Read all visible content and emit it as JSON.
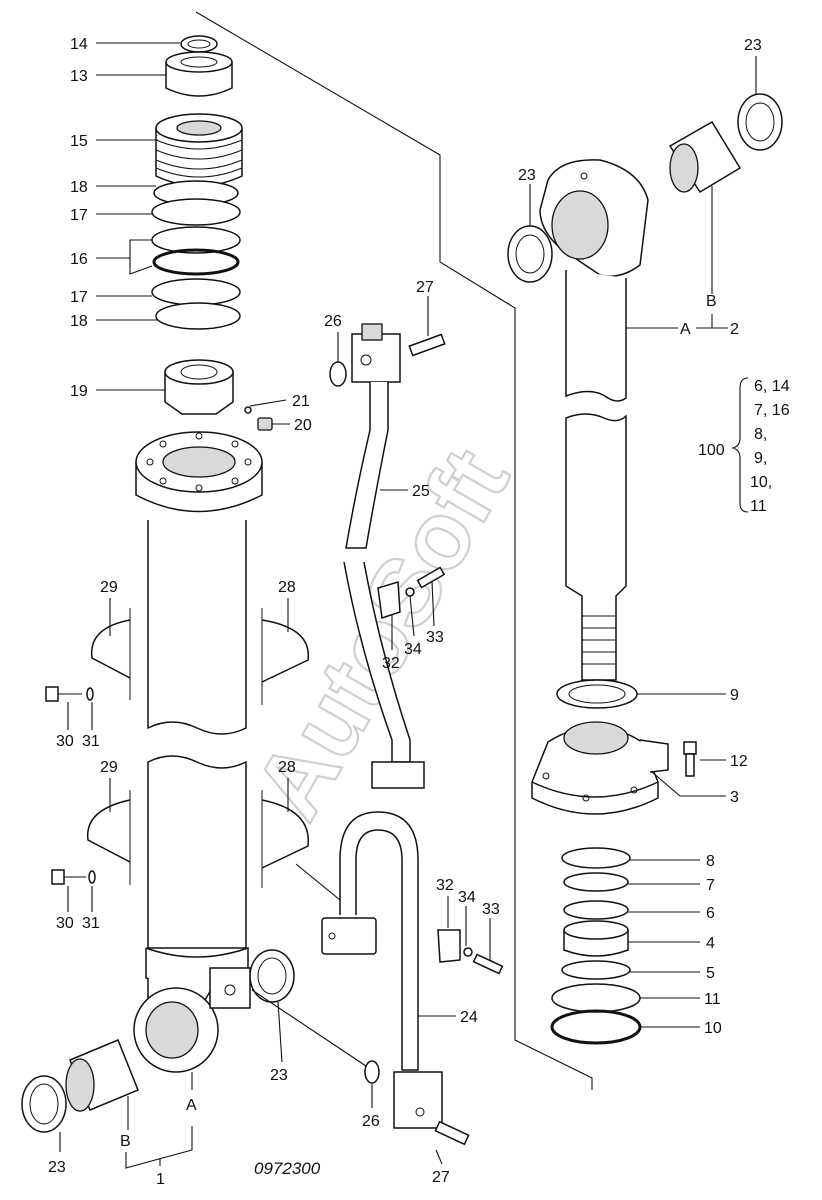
{
  "watermark": "AutoSoft",
  "drawing_number": "0972300",
  "callouts": {
    "c14": "14",
    "c13": "13",
    "c15": "15",
    "c18a": "18",
    "c17a": "17",
    "c16": "16",
    "c17b": "17",
    "c18b": "18",
    "c19": "19",
    "c21": "21",
    "c20": "20",
    "c29a": "29",
    "c28a": "28",
    "c30a": "30",
    "c31a": "31",
    "c29b": "29",
    "c28b": "28",
    "c30b": "30",
    "c31b": "31",
    "c23a": "23",
    "cAa": "A",
    "cBa": "B",
    "c23b": "23",
    "c1": "1",
    "c26a": "26",
    "c27a": "27",
    "c25": "25",
    "c33a": "33",
    "c34a": "34",
    "c32a": "32",
    "c32b": "32",
    "c34b": "34",
    "c33b": "33",
    "c24": "24",
    "c26b": "26",
    "c27b": "27",
    "c23c": "23",
    "c23d": "23",
    "cBb": "B",
    "cAb": "A",
    "c2": "2",
    "c9": "9",
    "c12": "12",
    "c3": "3",
    "c8": "8",
    "c7": "7",
    "c6": "6",
    "c4": "4",
    "c5": "5",
    "c11": "11",
    "c10": "10"
  },
  "kit": {
    "number": "100",
    "items": [
      "6, 14",
      "7, 16",
      "8,",
      "9,",
      "10,",
      "11"
    ]
  }
}
